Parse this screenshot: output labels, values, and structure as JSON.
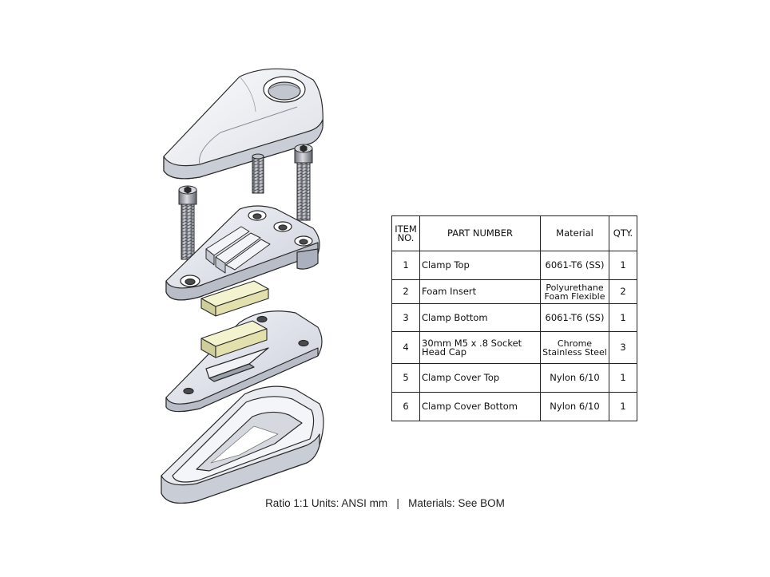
{
  "bom": {
    "headers": {
      "item": "ITEM NO.",
      "part": "PART NUMBER",
      "material": "Material",
      "qty": "QTY."
    },
    "rows": [
      {
        "item": "1",
        "part": "Clamp Top",
        "material": "6061-T6 (SS)",
        "qty": "1"
      },
      {
        "item": "2",
        "part": "Foam Insert",
        "material": "Polyurethane Foam Flexible",
        "qty": "2"
      },
      {
        "item": "3",
        "part": "Clamp Bottom",
        "material": "6061-T6 (SS)",
        "qty": "1"
      },
      {
        "item": "4",
        "part": "30mm M5 x .8 Socket Head Cap",
        "material": "Chrome Stainless Steel",
        "qty": "3"
      },
      {
        "item": "5",
        "part": "Clamp Cover Top",
        "material": "Nylon 6/10",
        "qty": "1"
      },
      {
        "item": "6",
        "part": "Clamp Cover Bottom",
        "material": "Nylon 6/10",
        "qty": "1"
      }
    ]
  },
  "caption": "Ratio 1:1 Units: ANSI mm   |   Materials: See BOM",
  "colors": {
    "metal": "#e4e7ef",
    "metal_shade": "#b7bcc9",
    "foam": "#ecebbf",
    "outline": "#2a2a2a"
  }
}
